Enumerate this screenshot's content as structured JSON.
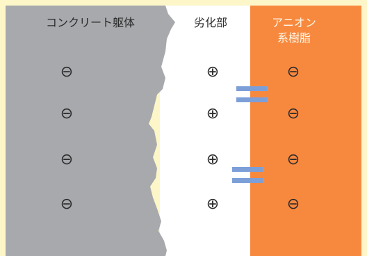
{
  "diagram": {
    "labels": {
      "concrete": "コンクリート躯体",
      "degraded": "劣化部",
      "resin_line1": "アニオン",
      "resin_line2": "系樹脂"
    },
    "symbols": {
      "minus": "⊖",
      "plus": "⊕"
    },
    "colors": {
      "background": "#fdf6c8",
      "concrete": "#a7a9ac",
      "degraded": "#ffffff",
      "resin": "#f7893f",
      "bond": "#7c9fd8"
    },
    "icons": {
      "bond": "equals-sign-icon"
    }
  }
}
